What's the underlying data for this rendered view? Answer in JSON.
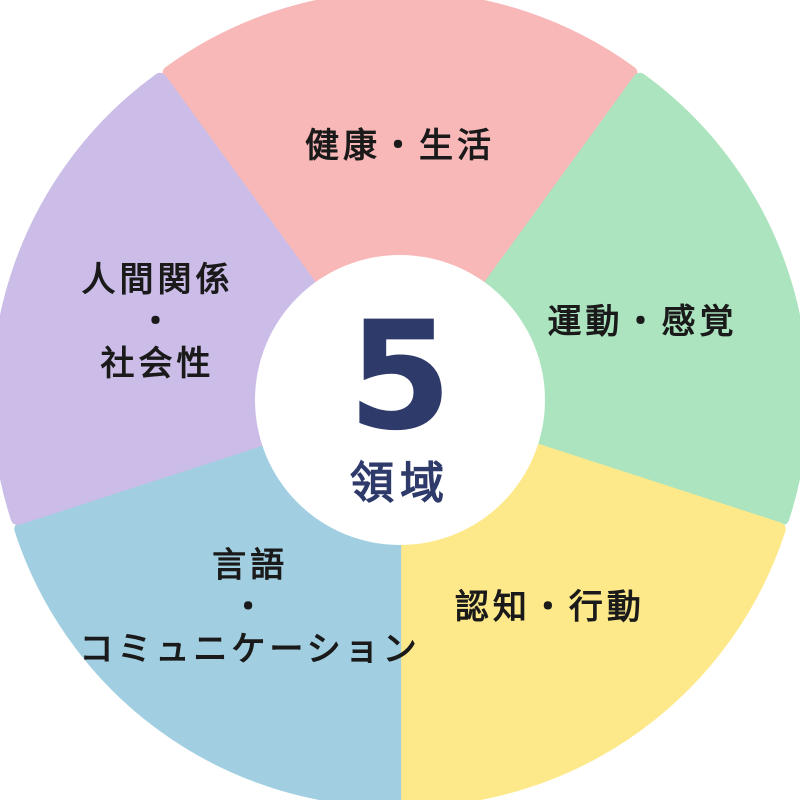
{
  "center": {
    "number": "5",
    "unit": "領域",
    "text_color": "#2e3a6a"
  },
  "segments": [
    {
      "lines": [
        "健康・生活"
      ],
      "color": "#f8b8b8"
    },
    {
      "lines": [
        "運動・感覚"
      ],
      "color": "#ace4bf"
    },
    {
      "lines": [
        "認知・行動"
      ],
      "color": "#fde98a"
    },
    {
      "lines": [
        "言語",
        "・",
        "コミュニケーション"
      ],
      "color": "#a1cfe1"
    },
    {
      "lines": [
        "人間関係",
        "・",
        "社会性"
      ],
      "color": "#cbbce8"
    }
  ]
}
